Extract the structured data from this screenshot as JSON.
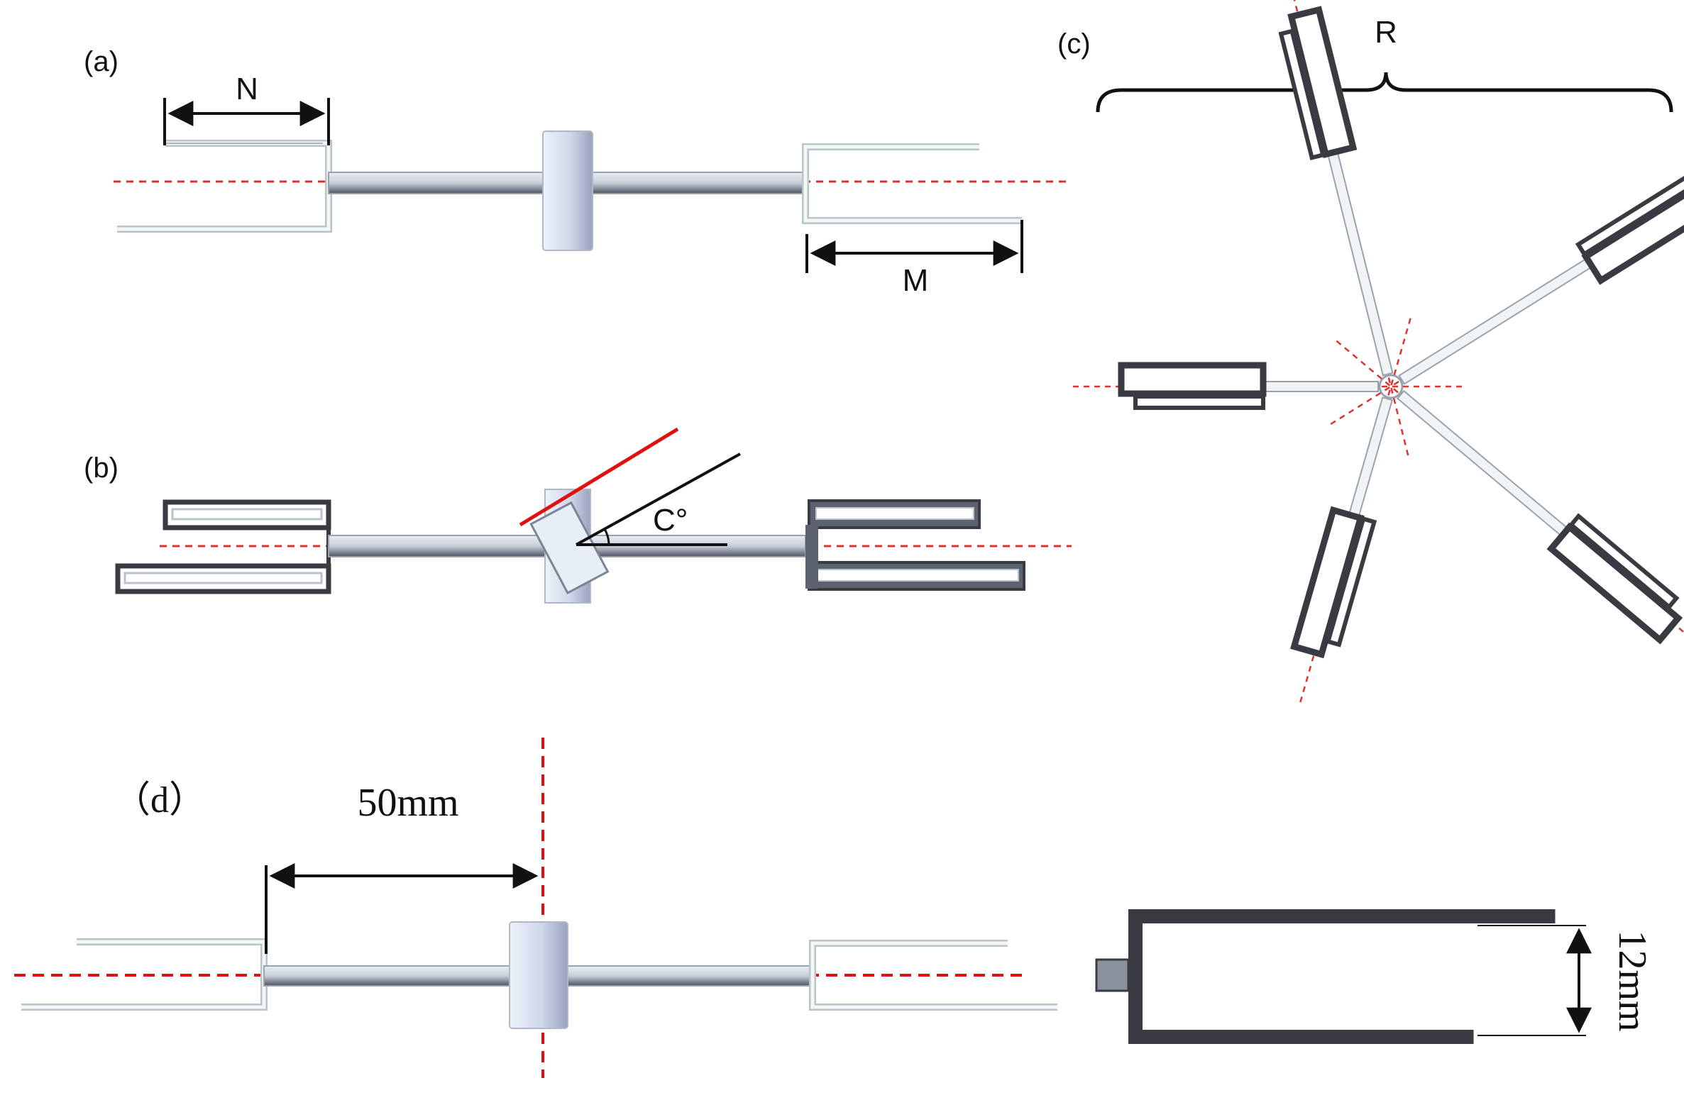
{
  "panels": {
    "a": {
      "label": "(a)",
      "dim_n": "N",
      "dim_m": "M"
    },
    "b": {
      "label": "(b)",
      "angle": "C°"
    },
    "c": {
      "label": "(c)",
      "dim_r": "R"
    },
    "d": {
      "label": "（d）",
      "dim_len": "50mm",
      "dim_gap": "12mm"
    }
  },
  "colors": {
    "axis_line": "#e03030",
    "red_line": "#e01010",
    "frame_dark": "#3a3a42",
    "frame_light": "#b8c4c8",
    "hub_fill": "#d4dcec",
    "rod_dark": "#5c6270",
    "ink": "#111111"
  },
  "icons": {
    "arrow": "double-headed-arrow",
    "brace": "curly-brace"
  }
}
